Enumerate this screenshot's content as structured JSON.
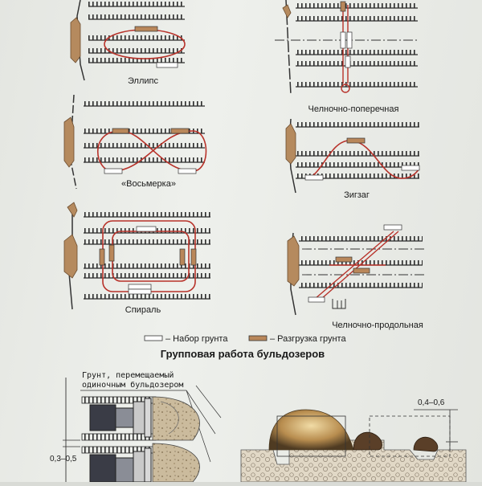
{
  "patterns": {
    "ellipse": "Эллипс",
    "figure_eight": "«Восьмерка»",
    "spiral": "Спираль",
    "shuttle_transverse": "Челночно-поперечная",
    "zigzag": "Зигзаг",
    "shuttle_longitudinal": "Челночно-продольная"
  },
  "legend": {
    "fill": "– Набор грунта",
    "unload": "– Разгрузка грунта"
  },
  "group_work": {
    "title": "Групповая работа бульдозеров",
    "note_line1": "Грунт, перемещаемый",
    "note_line2": "одиночным бульдозером",
    "dim_gap": "0,3–0,5",
    "dim_height": "0,4–0,6"
  },
  "colors": {
    "path": "#b8322a",
    "unload_fill": "#b9875a",
    "embankment": "#b58a5e",
    "track": "#2b2b2b",
    "soil": "#c8b79a"
  }
}
